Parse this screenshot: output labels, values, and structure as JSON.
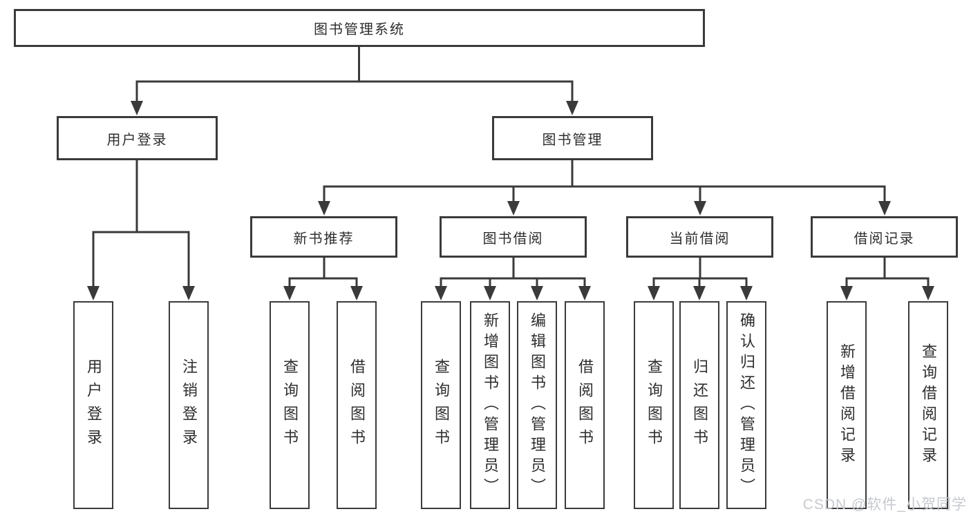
{
  "diagram_type": "function-structure-tree",
  "nodes": {
    "root": {
      "label": "图书管理系统"
    },
    "user_login": {
      "label": "用户登录",
      "children": [
        {
          "label": "用户登录"
        },
        {
          "label": "注销登录"
        }
      ]
    },
    "book_management": {
      "label": "图书管理"
    },
    "new_book_recommend": {
      "label": "新书推荐",
      "children": [
        {
          "label": "查询图书"
        },
        {
          "label": "借阅图书"
        }
      ]
    },
    "book_borrow": {
      "label": "图书借阅",
      "children": [
        {
          "label": "查询图书"
        },
        {
          "label": "新增图书（管理员）"
        },
        {
          "label": "编辑图书（管理员）"
        },
        {
          "label": "借阅图书"
        }
      ]
    },
    "current_borrow": {
      "label": "当前借阅",
      "children": [
        {
          "label": "查询图书"
        },
        {
          "label": "归还图书"
        },
        {
          "label": "确认归还（管理员）"
        }
      ]
    },
    "borrow_record": {
      "label": "借阅记录",
      "children": [
        {
          "label": "新增借阅记录"
        },
        {
          "label": "查询借阅记录"
        }
      ]
    }
  },
  "watermark": {
    "text": "CSDN @软件_小贺同学"
  },
  "colors": {
    "line": "#3a3a3a",
    "text": "#2e2e2e",
    "watermark": "#c6c9cf",
    "background": "#ffffff"
  }
}
